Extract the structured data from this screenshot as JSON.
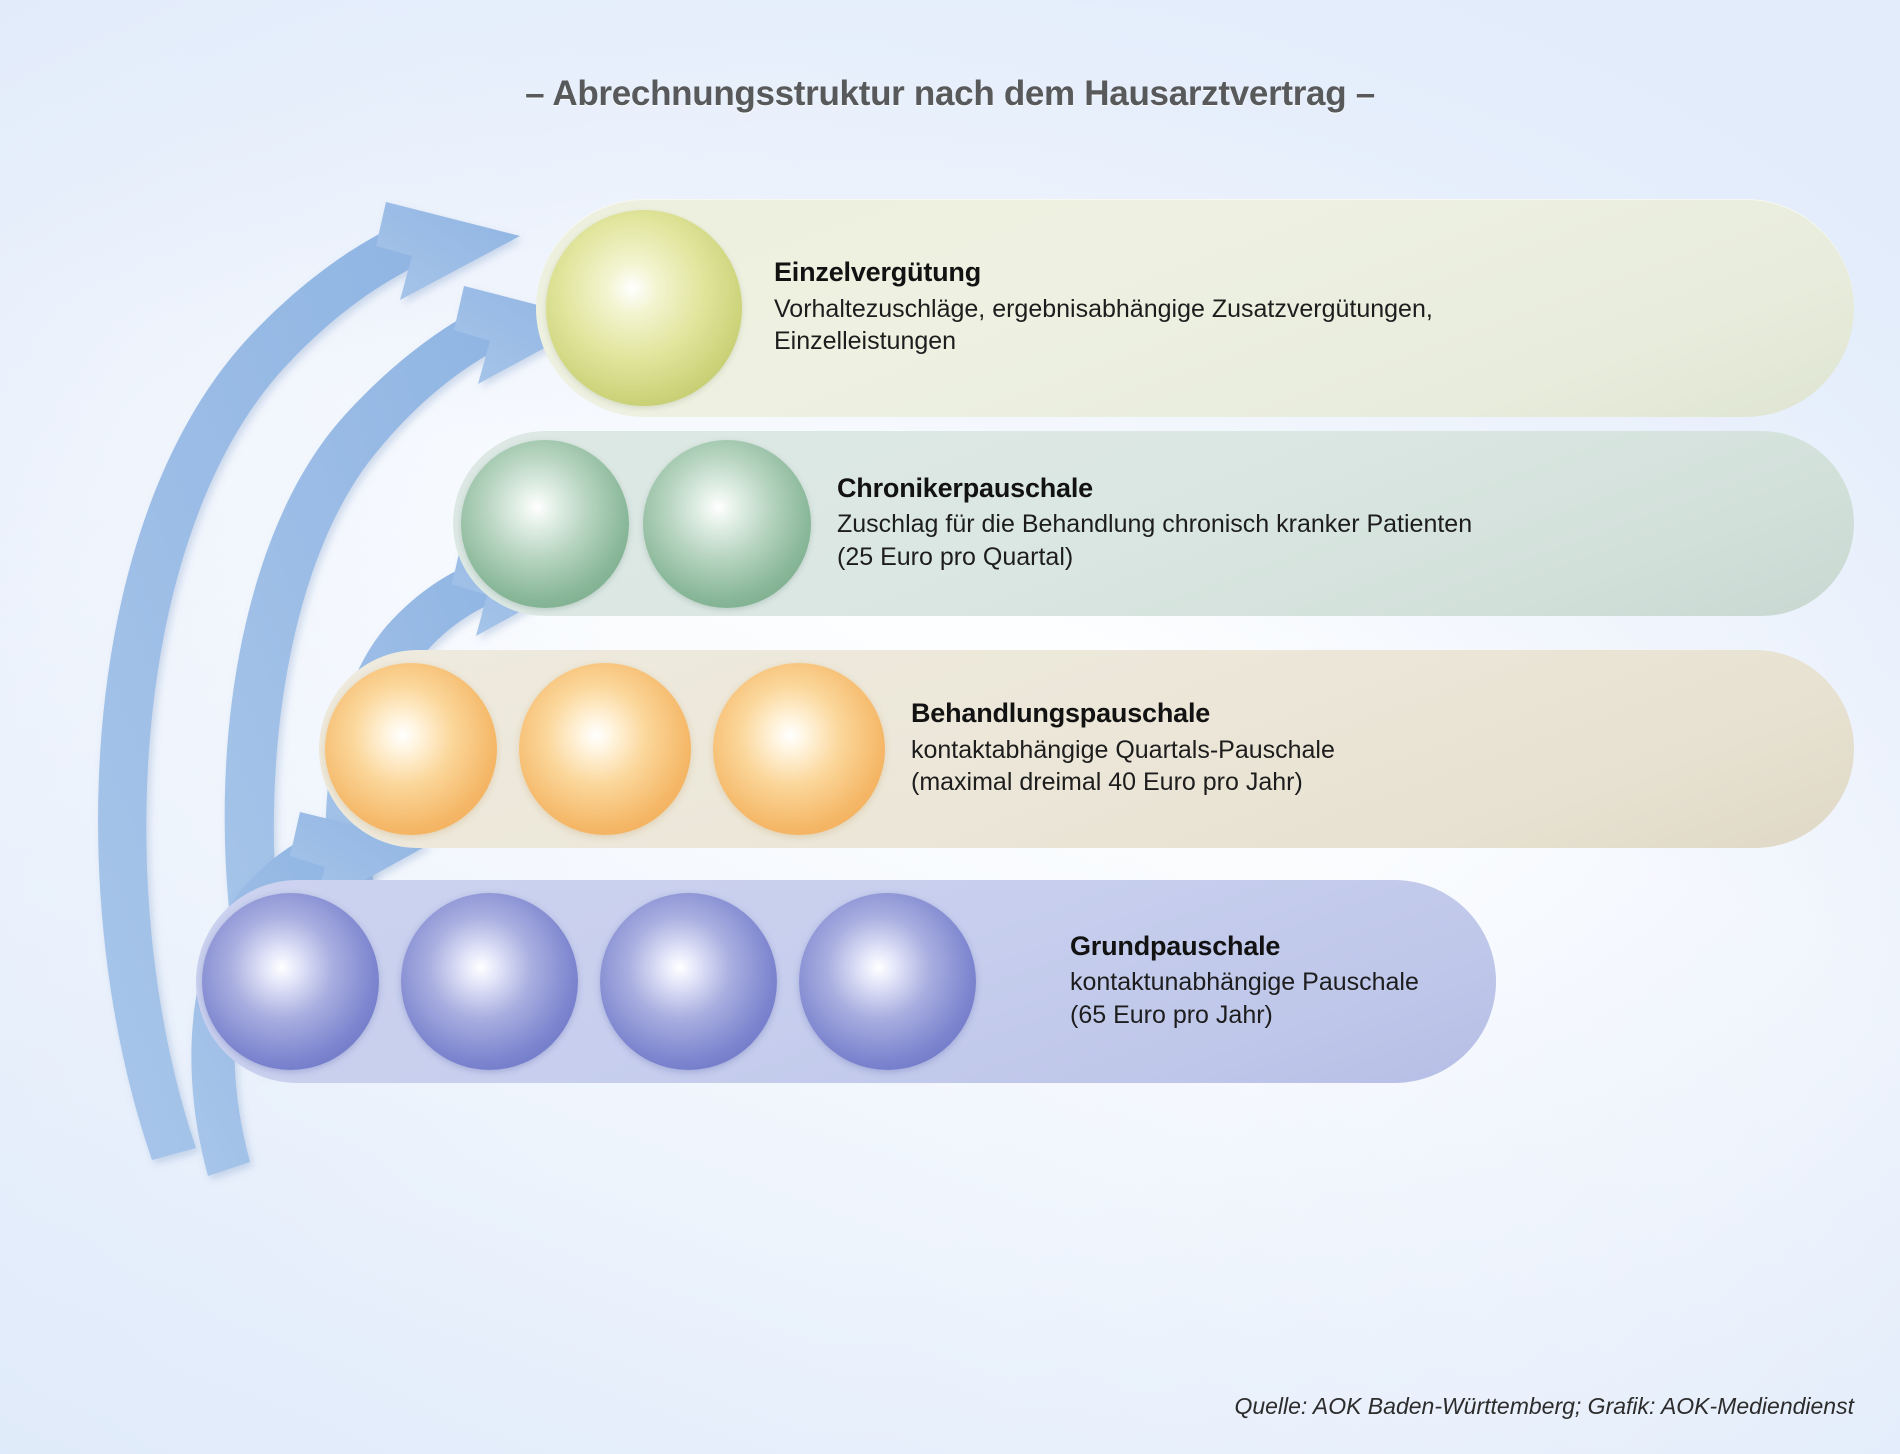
{
  "title": "– Abrechnungsstruktur nach dem Hausarztvertrag –",
  "source": "Quelle: AOK Baden-Württemberg; Grafik: AOK-Mediendienst",
  "colors": {
    "title_text": "#58595b",
    "background": "#eaf1fb",
    "arrow": "#9fc0e8",
    "tier_1_sphere": "#cdd47b",
    "tier_1_band": "#eaeedd",
    "tier_2_sphere": "#8ab89a",
    "tier_2_band": "#dae6e2",
    "tier_3_sphere": "#f5b96a",
    "tier_3_band": "#ece7d9",
    "tier_4_sphere": "#7d85cf",
    "tier_4_band": "#c8cfee"
  },
  "tiers": [
    {
      "id": "einzelverguetung",
      "label": "Einzelvergütung",
      "sphere_count": 1,
      "lines": [
        "Vorhaltezuschläge, ergebnisabhängige Zusatzvergütungen,",
        "Einzelleistungen"
      ]
    },
    {
      "id": "chronikerpauschale",
      "label": "Chronikerpauschale",
      "sphere_count": 2,
      "lines": [
        "Zuschlag für die Behandlung chronisch kranker Patienten",
        "(25 Euro pro Quartal)"
      ]
    },
    {
      "id": "behandlungspauschale",
      "label": "Behandlungspauschale",
      "sphere_count": 3,
      "lines": [
        "kontaktabhängige Quartals-Pauschale",
        "(maximal dreimal 40 Euro pro Jahr)"
      ]
    },
    {
      "id": "grundpauschale",
      "label": "Grundpauschale",
      "sphere_count": 4,
      "lines": [
        "kontaktunabhängige Pauschale",
        "(65 Euro pro Jahr)"
      ]
    }
  ],
  "chart_data": {
    "type": "diagram",
    "title": "– Abrechnungsstruktur nach dem Hausarztvertrag –",
    "subtype": "stacked-tier-pyramid",
    "categories": [
      "Grundpauschale",
      "Behandlungspauschale",
      "Chronikerpauschale",
      "Einzelvergütung"
    ],
    "values": [
      4,
      3,
      2,
      1
    ],
    "value_meaning": "number of spheres shown per tier (widest/base tier = 4)",
    "amounts_eur": [
      65,
      40,
      25,
      null
    ],
    "amount_periods": [
      "pro Jahr",
      "pro Jahr (maximal dreimal)",
      "pro Quartal",
      null
    ],
    "arrows": 4,
    "arrow_meaning": "cumulative build-up from base tier upward",
    "legend_position": "none",
    "grid": false
  }
}
